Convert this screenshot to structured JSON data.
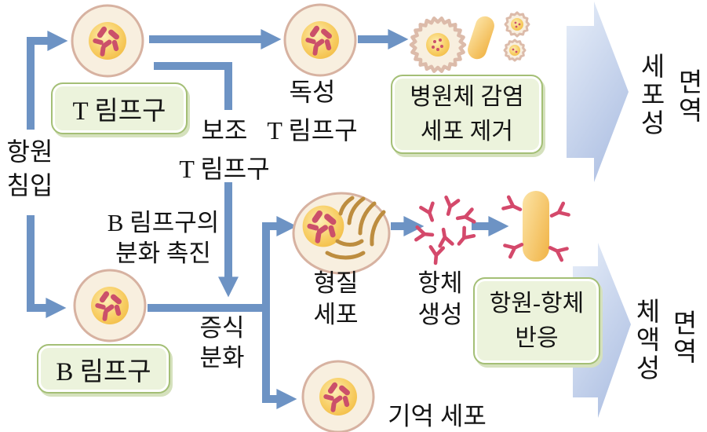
{
  "labels": {
    "antigen_invasion": [
      "항원",
      "침입"
    ],
    "t_cell_box": "T 림프구",
    "helper_t": [
      "보조",
      "T 림프구"
    ],
    "cytotoxic_t": [
      "독성",
      "T 림프구"
    ],
    "pathogen_removal_box": [
      "병원체 감염",
      "세포 제거"
    ],
    "cell_mediated_immunity": [
      "세포성",
      "면역"
    ],
    "b_differentiation": [
      "B 림프구의",
      "분화 촉진"
    ],
    "b_cell_box": "B 림프구",
    "proliferation": [
      "증식",
      "분화"
    ],
    "plasma_cell": [
      "형질",
      "세포"
    ],
    "antibody_production": [
      "항체",
      "생성"
    ],
    "antigen_antibody_box": [
      "항원-항체",
      "반응"
    ],
    "humoral_immunity": [
      "체액성",
      "면역"
    ],
    "memory_cell": "기억 세포"
  },
  "icons": {
    "lymphocyte-cell-icon": "circle cell with orange nucleus and pink granules",
    "plasma-cell-icon": "oval cell with nucleus and brown ER arcs",
    "infected-cell-icon": "jagged-edged cell",
    "bacterium-icon": "yellow rod",
    "antibody-icon": "pink Y shape",
    "big-arrow-icon": "large light-blue right arrow"
  },
  "colors": {
    "arrow": "#6d93c4",
    "big_light": "#e7eef9",
    "big_dark": "#b2c3e4",
    "box_fill": "#ecf3dc",
    "box_border": "#a4bf76",
    "box_shadow": "#d5e1bd",
    "cell_fill": "#f8efdf",
    "cell_border": "#d7b2a1",
    "jag_border": "#dcbbaa",
    "nucleus_light": "#fdeeb5",
    "nucleus_mid": "#f8d069",
    "nucleus_edge": "#f2b93e",
    "granule": "#cb506a",
    "rod_light": "#fce4a6",
    "rod_dark": "#f2b951",
    "er": "#bd8d3f",
    "antibody": "#d4496b",
    "text": "#141414"
  }
}
